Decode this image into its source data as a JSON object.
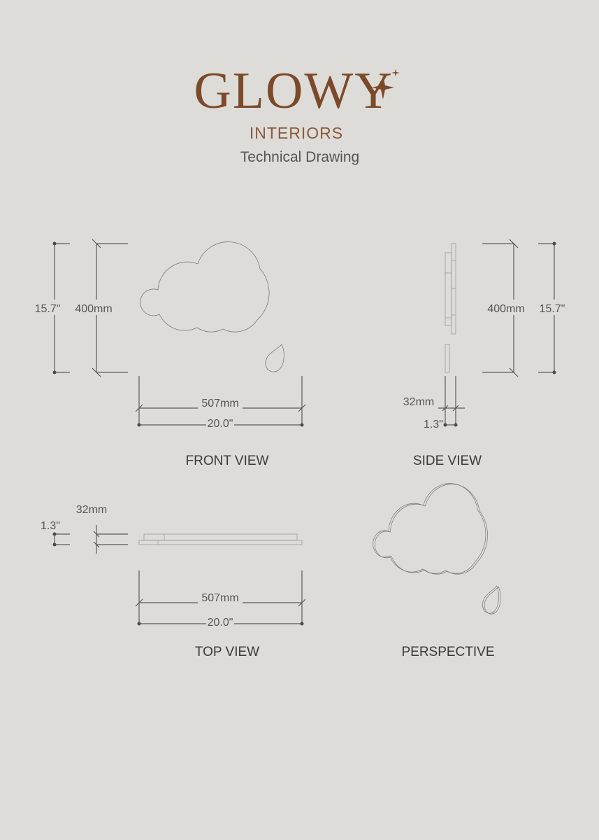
{
  "brand": {
    "name": "GLOWY",
    "subtitle": "INTERIORS",
    "document_title": "Technical Drawing",
    "brand_color": "#7b4a28"
  },
  "front_view": {
    "label": "FRONT VIEW",
    "height_in": "15.7\"",
    "height_mm": "400mm",
    "width_mm": "507mm",
    "width_in": "20.0\""
  },
  "side_view": {
    "label": "SIDE VIEW",
    "height_mm": "400mm",
    "height_in": "15.7\"",
    "depth_mm": "32mm",
    "depth_in": "1.3\""
  },
  "top_view": {
    "label": "TOP VIEW",
    "depth_mm": "32mm",
    "depth_in": "1.3\"",
    "width_mm": "507mm",
    "width_in": "20.0\""
  },
  "perspective": {
    "label": "PERSPECTIVE"
  }
}
